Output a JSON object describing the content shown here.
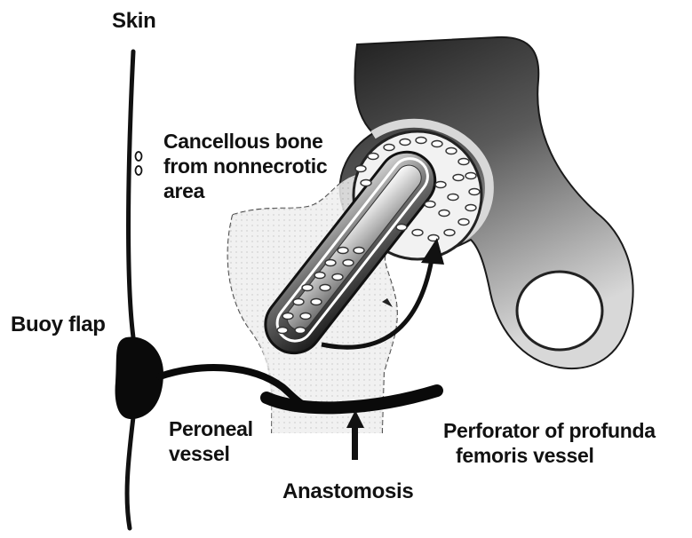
{
  "labels": {
    "skin": "Skin",
    "cancellous": [
      "Cancellous bone",
      "from nonnecrotic",
      "area"
    ],
    "buoy_flap": "Buoy flap",
    "peroneal": [
      "Peroneal",
      "vessel"
    ],
    "perforator": [
      "Perforator of profunda",
      "femoris vessel"
    ],
    "anastomosis": "Anastomosis"
  },
  "colors": {
    "ink": "#111111",
    "bone_dark": "#2a2a2a",
    "bone_light": "#e6e6e6",
    "background": "#ffffff"
  }
}
